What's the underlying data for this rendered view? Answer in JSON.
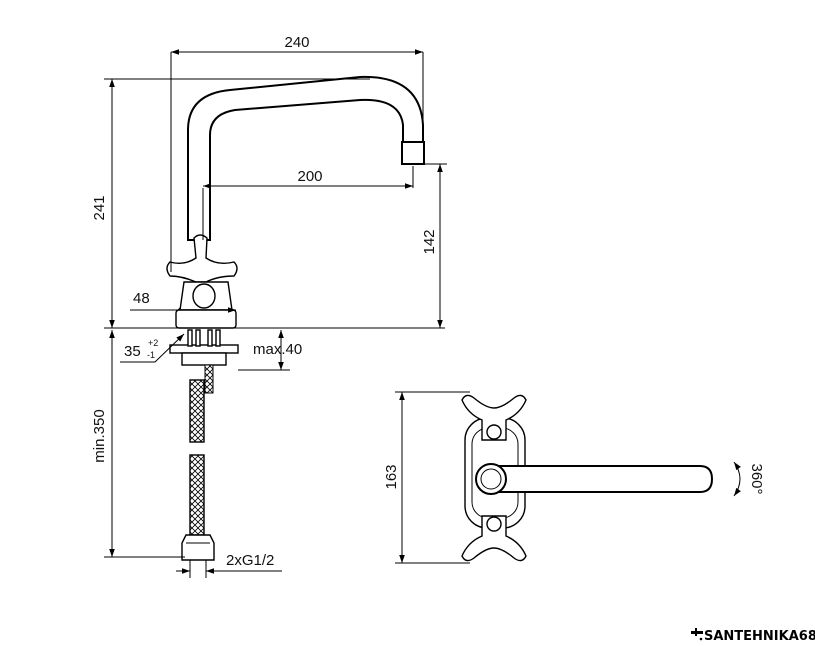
{
  "dimensions": {
    "spout_reach": "240",
    "inner_reach": "200",
    "total_height": "241",
    "spout_height": "142",
    "base_diameter": "48",
    "hole_main": "35",
    "hole_tol_plus": "+2",
    "hole_tol_minus": "-1",
    "max_thickness": "max.40",
    "hose_length": "min.350",
    "connection": "2xG1/2",
    "top_width": "163",
    "rotation": "360°"
  },
  "brand": {
    "text": "SANTEHNIKA68",
    "icon": "faucet-icon"
  }
}
